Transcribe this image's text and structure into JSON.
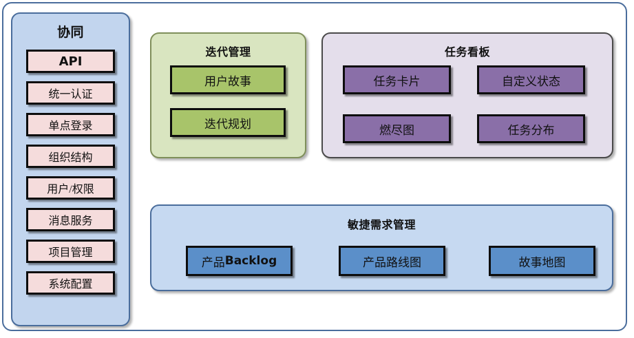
{
  "diagram": {
    "title": "",
    "colors": {
      "frame_border": "#4a6d9c",
      "sidebar_fill": "#c2d5ee",
      "sidebar_item_fill": "#f5dcdc",
      "iteration_fill": "#d9e5c0",
      "iteration_item_fill": "#a8c46a",
      "taskboard_fill": "#e4deeb",
      "taskboard_item_fill": "#8a6fa8",
      "agile_fill": "#c6d9f1",
      "agile_item_fill": "#5b8fc9",
      "box_border": "#0d0d0d"
    }
  },
  "sidebar": {
    "title": "协同",
    "items": [
      {
        "label": "API"
      },
      {
        "label": "统一认证"
      },
      {
        "label": "单点登录"
      },
      {
        "label": "组织结构"
      },
      {
        "label": "用户/权限"
      },
      {
        "label": "消息服务"
      },
      {
        "label": "项目管理"
      },
      {
        "label": "系统配置"
      }
    ]
  },
  "iteration": {
    "title": "迭代管理",
    "items": [
      {
        "label": "用户故事"
      },
      {
        "label": "迭代规划"
      }
    ]
  },
  "taskboard": {
    "title": "任务看板",
    "items": [
      {
        "label": "任务卡片"
      },
      {
        "label": "自定义状态"
      },
      {
        "label": "燃尽图"
      },
      {
        "label": "任务分布"
      }
    ]
  },
  "agile": {
    "title": "敏捷需求管理",
    "items": [
      {
        "label_prefix": "产品",
        "label_suffix": "Backlog",
        "label": "产品Backlog"
      },
      {
        "label": "产品路线图"
      },
      {
        "label": "故事地图"
      }
    ]
  }
}
